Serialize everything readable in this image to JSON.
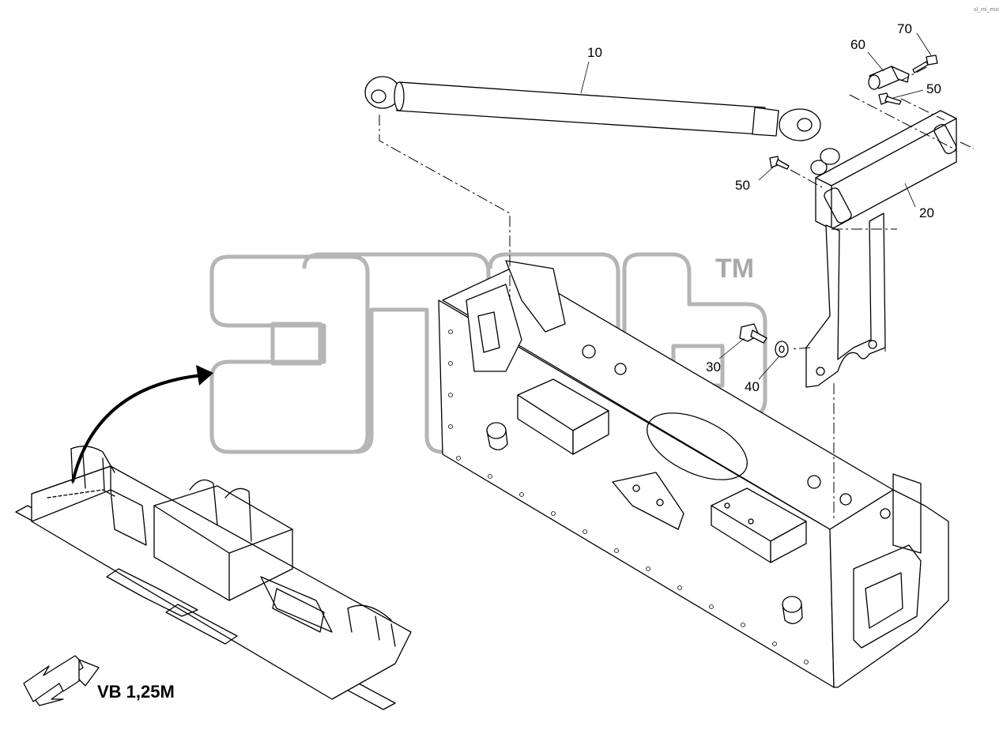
{
  "callouts": {
    "c10": "10",
    "c20": "20",
    "c30": "30",
    "c40": "40",
    "c50a": "50",
    "c50b": "50",
    "c60": "60",
    "c70": "70"
  },
  "watermark": {
    "tm": "TM"
  },
  "view_label": "VB 1,25M",
  "corner_code": "sl_mi_eso"
}
